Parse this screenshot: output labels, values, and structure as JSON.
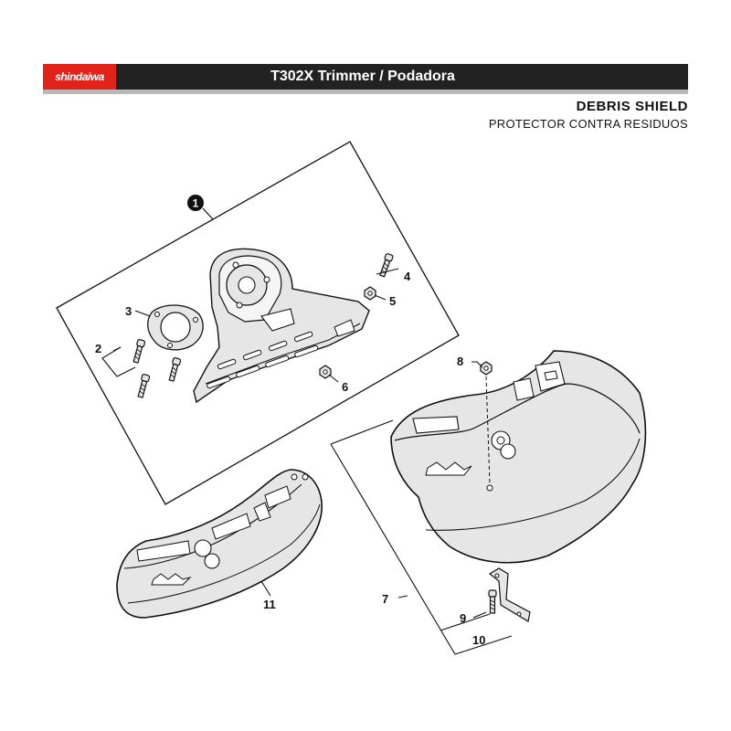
{
  "header": {
    "brand": "shindaiwa",
    "model_title": "T302X Trimmer / Podadora"
  },
  "section": {
    "title": "DEBRIS SHIELD",
    "subtitle": "PROTECTOR CONTRA RESIDUOS"
  },
  "callouts": {
    "c1": "1",
    "c2": "2",
    "c3": "3",
    "c4": "4",
    "c5": "5",
    "c6": "6",
    "c7": "7",
    "c8": "8",
    "c9": "9",
    "c10": "10",
    "c11": "11"
  },
  "colors": {
    "brand_red": "#e2231a",
    "header_dark": "#222222",
    "header_stripe": "#b9b9b9",
    "part_fill": "#e6e6e6",
    "line": "#111111"
  }
}
